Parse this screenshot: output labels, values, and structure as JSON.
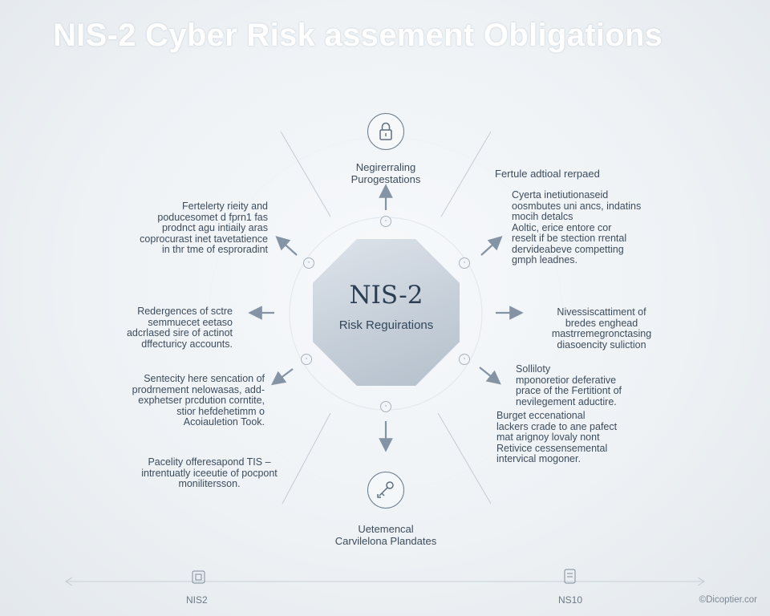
{
  "title": "NIS-2 Cyber Risk assement Obligations",
  "center": {
    "title": "NIS-2",
    "subtitle": "Risk Reguirations"
  },
  "top": {
    "lines": [
      "Negirerraling",
      "Purogestations"
    ]
  },
  "bottom": {
    "lines": [
      "Uetemencal",
      "Carvilelona Plandates"
    ]
  },
  "upper_right_heading": "Fertule adtioal rerpaed",
  "left_blocks": [
    {
      "lines": [
        "Fertelerty rieity and",
        "poducesomet d fprn1 fas",
        "prodnct agu intiaily aras",
        "coprocurast inet tavetatience",
        "in thr tme of esproradint"
      ]
    },
    {
      "lines": [
        "Redergences of sctre",
        "semmuecet eetaso",
        "adcrlased sire of actinot",
        "dffecturicy accounts."
      ]
    },
    {
      "lines": [
        "Sentecity here sencation of",
        "prodrnement nelowasas, add-",
        "exphetser prcdution corntite,",
        "stior hefdehetimm o",
        "Acoiauletion Took."
      ]
    },
    {
      "lines": [
        "Pacelity offeresapond TIS –",
        "intrentuatly iceeutie of pocpont",
        "monilitersson."
      ]
    }
  ],
  "right_blocks": [
    {
      "lines": [
        "Cyerta inetiutionaseid",
        "oosmbutes uni ancs, indatins",
        "mocih detalcs",
        "Aoltic, erice entore cor",
        "reselt if be stection rrental",
        "dervideabeve competting",
        "gmph leadnes."
      ]
    },
    {
      "lines": [
        "Nivessiscattiment of",
        "bredes enghead",
        "mastrremegronctasing",
        "diasoencity suliction"
      ]
    },
    {
      "lines": [
        "Solliloty",
        "mponoretior deferative",
        "prace of the Fertitiont of",
        "nevilegement aductire."
      ]
    },
    {
      "lines": [
        "Burget eccenational",
        "lackers crade to ane pafect",
        "mat arignoy lovaly nont",
        "Retivice cessensemental",
        "intervical mogoner."
      ]
    }
  ],
  "footer": {
    "left_label": "NIS2",
    "right_label": "NS10",
    "credit": "©Dicoptier.cor"
  },
  "icons": [
    "lock-icon",
    "key-icon"
  ],
  "colors": {
    "accent": "#2c3e52",
    "line": "#bfc8d1",
    "arrow": "#8494a4"
  }
}
